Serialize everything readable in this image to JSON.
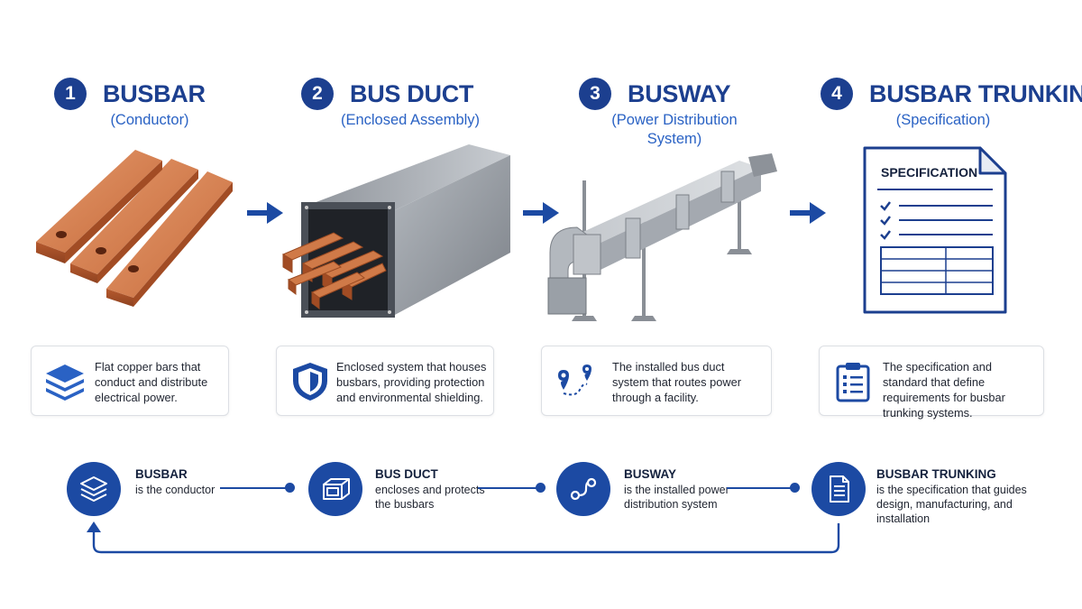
{
  "steps": [
    {
      "number": "1",
      "title": "BUSBAR",
      "subtitle": "(Conductor)",
      "description": "Flat copper bars that conduct and distribute electrical power."
    },
    {
      "number": "2",
      "title": "BUS DUCT",
      "subtitle": "(Enclosed Assembly)",
      "description": "Enclosed system that houses busbars, providing protection and environmental shielding."
    },
    {
      "number": "3",
      "title": "BUSWAY",
      "subtitle": "(Power Distribution System)",
      "description": "The installed bus duct system that routes power through a facility."
    },
    {
      "number": "4",
      "title": "BUSBAR TRUNKING",
      "subtitle": "(Specification)",
      "description": "The specification and standard that define requirements for busbar trunking systems."
    }
  ],
  "specification_document": {
    "heading": "SPECIFICATION"
  },
  "flow": [
    {
      "title": "BUSBAR",
      "text": "is the conductor",
      "icon": "stacked-layers-icon"
    },
    {
      "title": "BUS DUCT",
      "text": "encloses and protects the busbars",
      "icon": "enclosure-box-icon"
    },
    {
      "title": "BUSWAY",
      "text": "is the installed power distribution system",
      "icon": "route-path-icon"
    },
    {
      "title": "BUSBAR TRUNKING",
      "text": "is the specification that guides design, manufacturing, and installation",
      "icon": "document-icon"
    }
  ],
  "colors": {
    "primary": "#1c3f8f",
    "accent": "#2a62c4",
    "copper": "#c8693a",
    "steel": "#a7acb3"
  }
}
